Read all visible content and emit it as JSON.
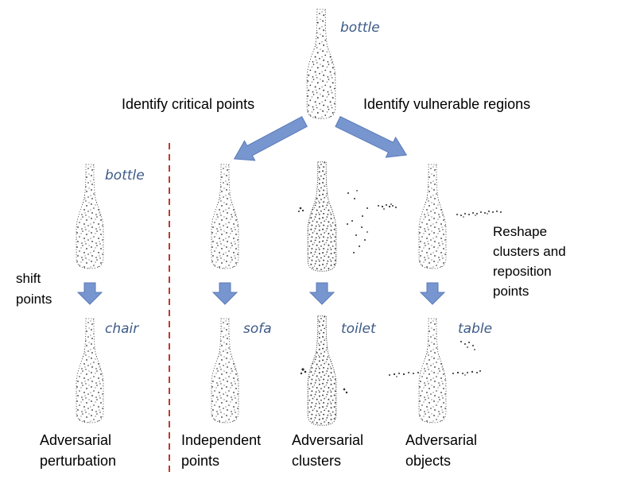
{
  "top": {
    "label": "bottle",
    "left_branch": "Identify critical points",
    "right_branch": "Identify vulnerable regions"
  },
  "columns": [
    {
      "id": "perturbation",
      "top_label": "bottle",
      "bottom_label": "chair",
      "caption_line1": "Adversarial",
      "caption_line2": "perturbation"
    },
    {
      "id": "independent",
      "top_label": "",
      "bottom_label": "sofa",
      "caption_line1": "Independent",
      "caption_line2": "points"
    },
    {
      "id": "clusters",
      "top_label": "",
      "bottom_label": "toilet",
      "caption_line1": "Adversarial",
      "caption_line2": "clusters"
    },
    {
      "id": "objects",
      "top_label": "",
      "bottom_label": "table",
      "caption_line1": "Adversarial",
      "caption_line2": "objects"
    }
  ],
  "side_notes": {
    "shift": [
      "shift",
      "points"
    ],
    "reshape": [
      "Reshape",
      "clusters and",
      "reposition",
      "points"
    ]
  },
  "colors": {
    "arrow_fill": "#7796cf",
    "arrow_stroke": "#5a7ab8",
    "divider": "#c0392b",
    "label": "#3d5a87",
    "points": "#2b2b2b"
  },
  "icons": {
    "point_cloud": "bottle-point-cloud",
    "arrow": "block-arrow"
  }
}
